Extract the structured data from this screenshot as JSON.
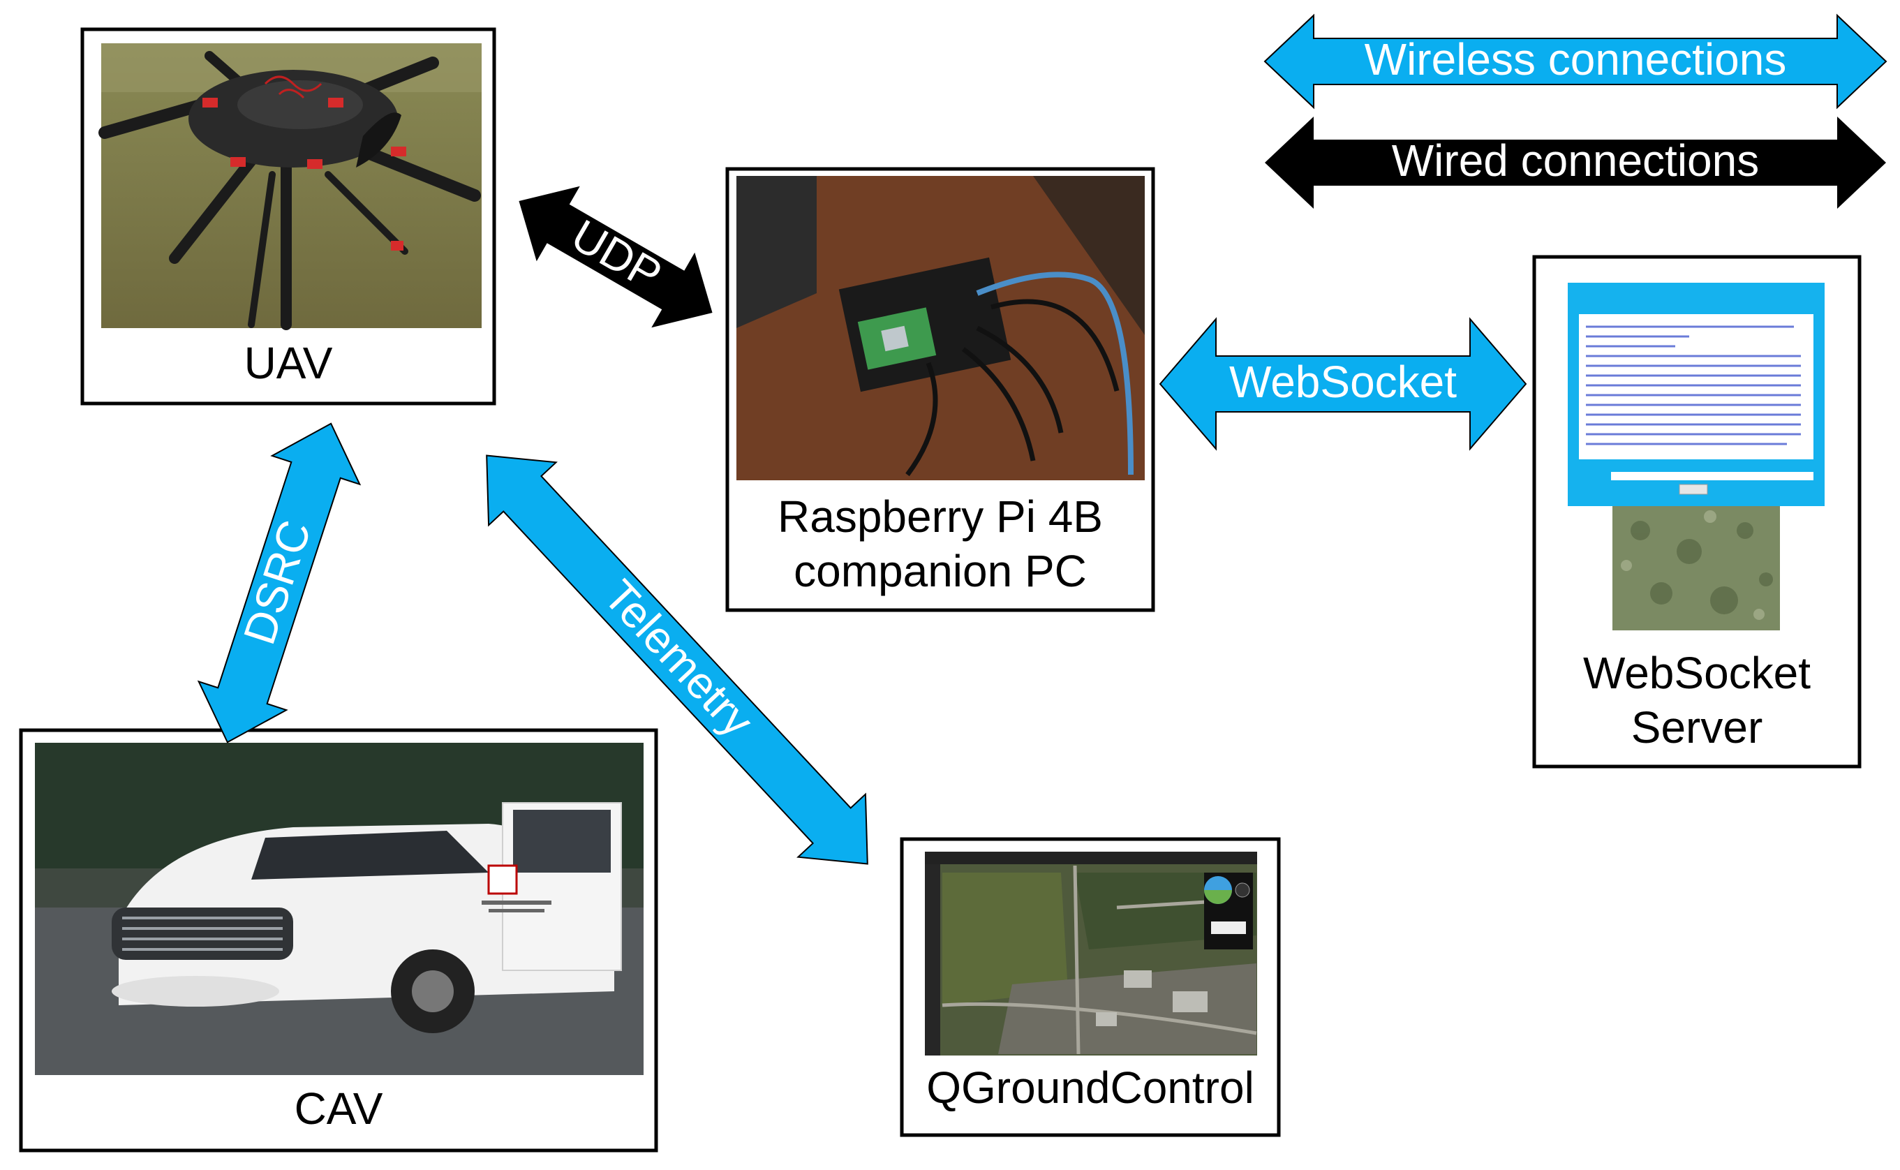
{
  "colors": {
    "wireless": "#0aaef0",
    "wired": "#000000",
    "wireless_text": "#ffffff",
    "wired_text": "#ffffff",
    "box_stroke": "#000000"
  },
  "legend": {
    "wireless": "Wireless connections",
    "wired": "Wired connections"
  },
  "nodes": {
    "uav": {
      "label_lines": [
        "UAV"
      ],
      "image": "hexacopter-drone-photo"
    },
    "rpi": {
      "label_lines": [
        "Raspberry Pi 4B",
        "companion PC"
      ],
      "image": "raspberry-pi-board-photo"
    },
    "ws": {
      "label_lines": [
        "WebSocket",
        "Server"
      ],
      "image": "websocket-test-page-screenshot"
    },
    "cav": {
      "label_lines": [
        "CAV"
      ],
      "image": "connected-vehicle-photo"
    },
    "qgc": {
      "label_lines": [
        "QGroundControl"
      ],
      "image": "qgroundcontrol-map-screenshot"
    }
  },
  "connections": {
    "udp": {
      "label": "UDP",
      "kind": "wired"
    },
    "websocket": {
      "label": "WebSocket",
      "kind": "wireless"
    },
    "dsrc": {
      "label": "DSRC",
      "kind": "wireless"
    },
    "telemetry": {
      "label": "Telemetry",
      "kind": "wireless"
    }
  }
}
